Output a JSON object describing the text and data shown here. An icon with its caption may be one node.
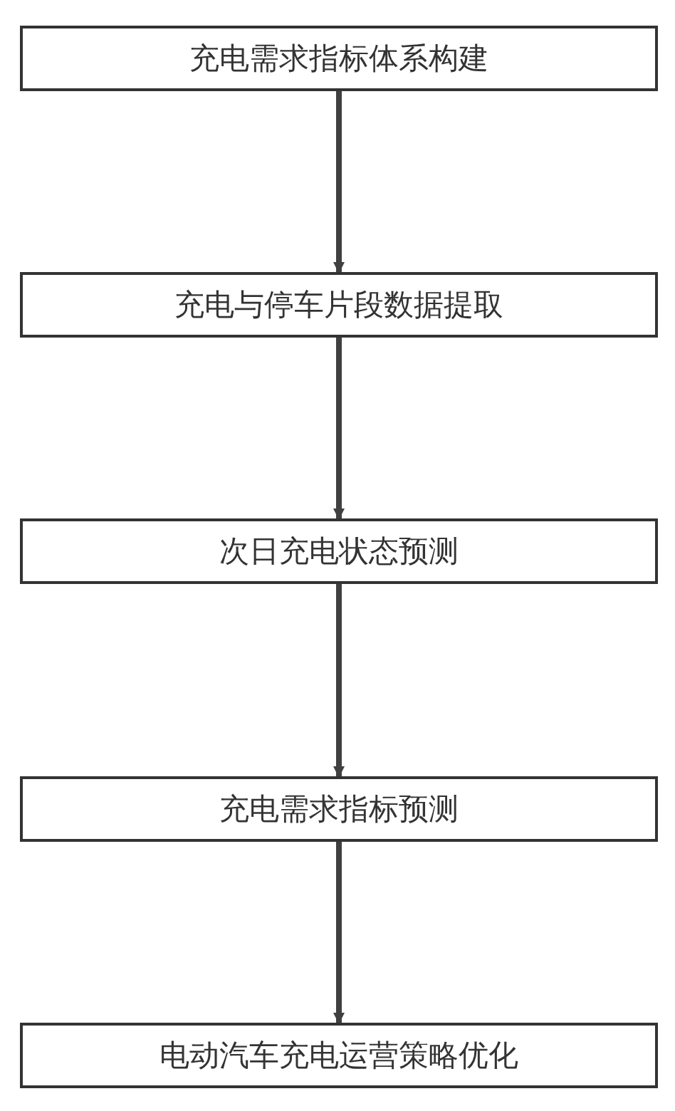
{
  "diagram": {
    "nodes": [
      {
        "text": [
          "充电需求指标体系构建"
        ]
      },
      {
        "text": [
          "充电与停车片段数据提取"
        ]
      },
      {
        "text": [
          "次日充电状态预测"
        ]
      },
      {
        "text": [
          "充电需求指标预测"
        ]
      },
      {
        "text": [
          "电动汽车充电运营策略优化"
        ]
      }
    ],
    "edges": [
      {
        "from": 0,
        "to": 1,
        "arrow": "to"
      },
      {
        "from": 1,
        "to": 2,
        "arrow": "to"
      },
      {
        "from": 2,
        "to": 3,
        "arrow": "to"
      },
      {
        "from": 3,
        "to": 4,
        "arrow": "to"
      }
    ]
  }
}
